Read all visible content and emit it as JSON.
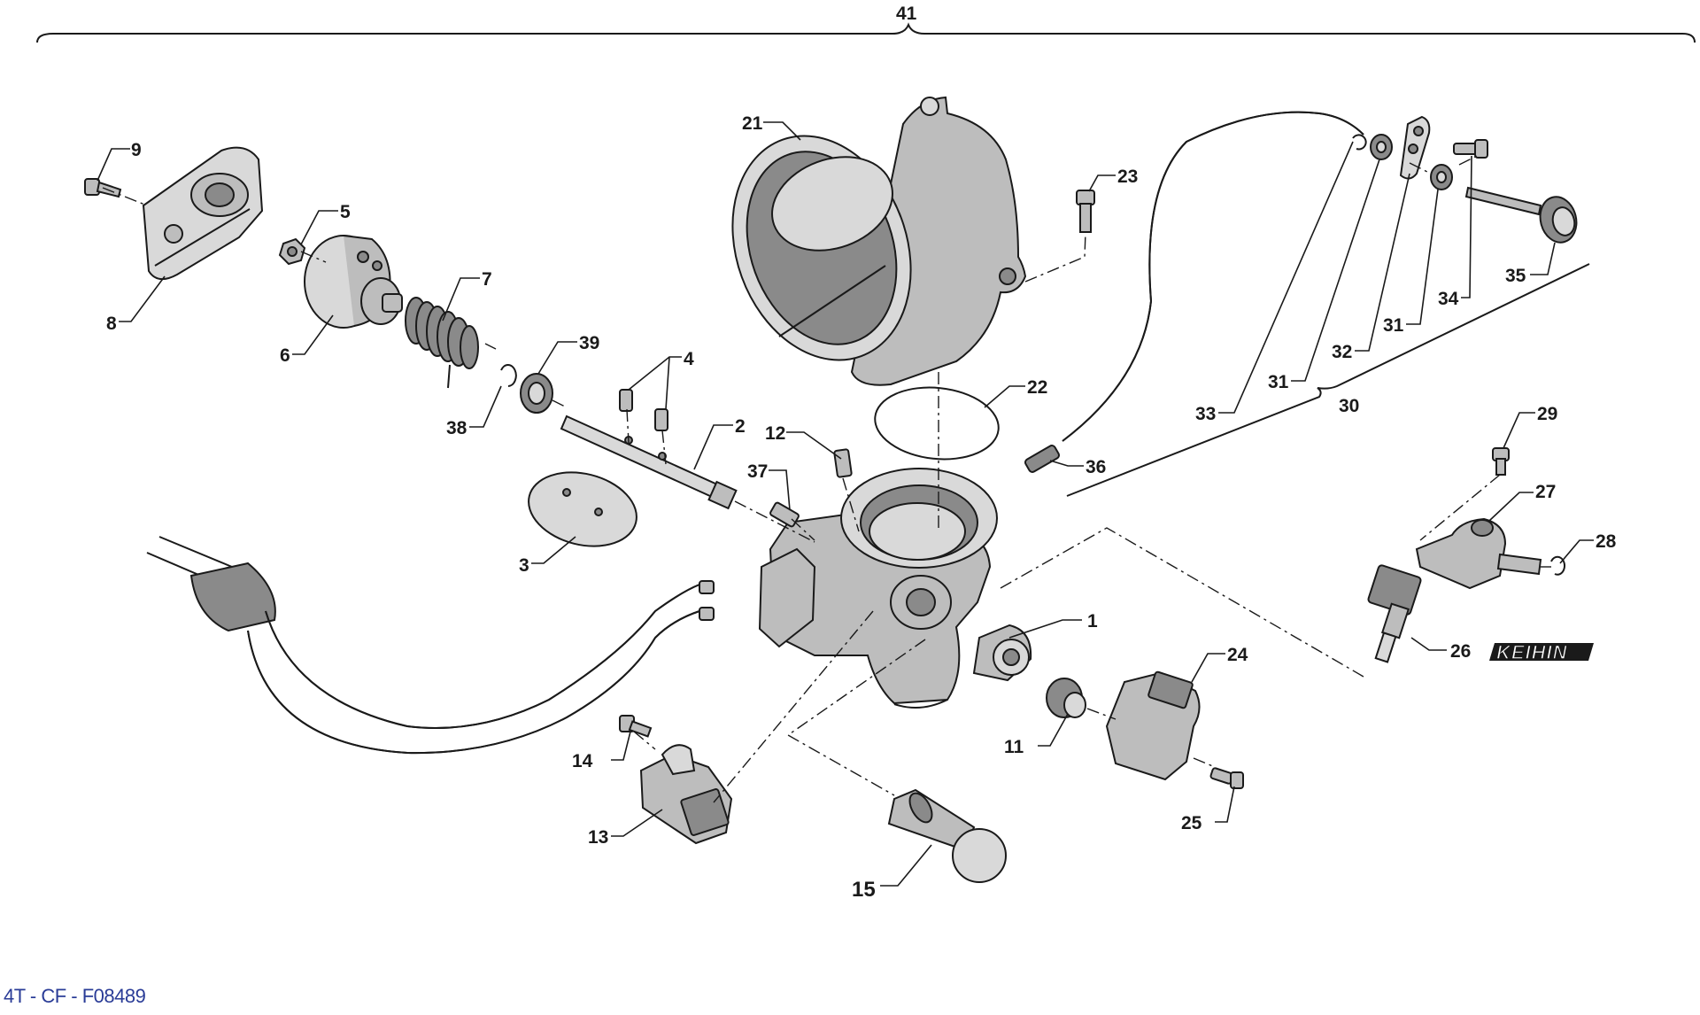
{
  "assembly": {
    "number": "41"
  },
  "subassembly": {
    "number": "30"
  },
  "callouts": [
    "1",
    "2",
    "3",
    "4",
    "5",
    "6",
    "7",
    "8",
    "9",
    "11",
    "12",
    "13",
    "14",
    "15",
    "21",
    "22",
    "23",
    "24",
    "25",
    "26",
    "27",
    "28",
    "29",
    "31",
    "31",
    "32",
    "33",
    "34",
    "35",
    "36",
    "37",
    "38",
    "39"
  ],
  "brand": {
    "text": "KEIHIN"
  },
  "footer": {
    "reference": "4T - CF - F08489"
  },
  "colors": {
    "ink": "#1a1a1a",
    "part_fill": "#bdbdbd",
    "reference_text": "#2a3c97"
  }
}
